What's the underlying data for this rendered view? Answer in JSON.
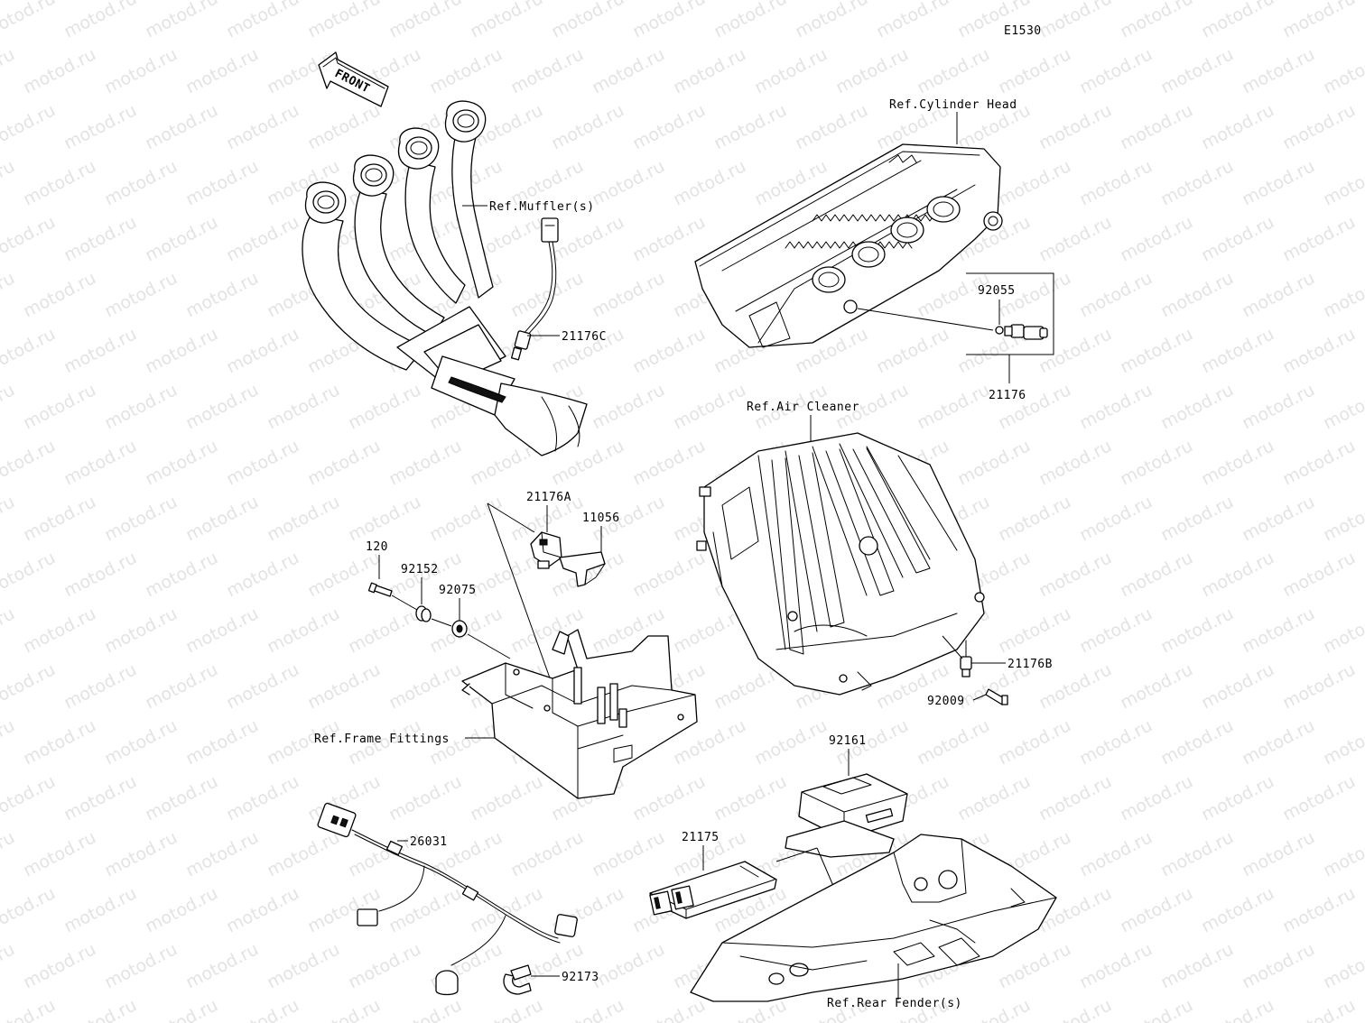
{
  "diagram_code": "E1530",
  "watermark_text": "motod.ru",
  "front_arrow_label": "FRONT",
  "labels": {
    "ref_muffler": "Ref.Muffler(s)",
    "p21176C": "21176C",
    "ref_cylinder_head": "Ref.Cylinder Head",
    "p92055": "92055",
    "p21176": "21176",
    "ref_air_cleaner": "Ref.Air Cleaner",
    "p21176A": "21176A",
    "p11056": "11056",
    "p120": "120",
    "p92152": "92152",
    "p92075": "92075",
    "p21176B": "21176B",
    "p92009": "92009",
    "ref_frame_fittings": "Ref.Frame Fittings",
    "p92161": "92161",
    "p21175": "21175",
    "p26031": "26031",
    "p92173": "92173",
    "ref_rear_fender": "Ref.Rear Fender(s)"
  }
}
